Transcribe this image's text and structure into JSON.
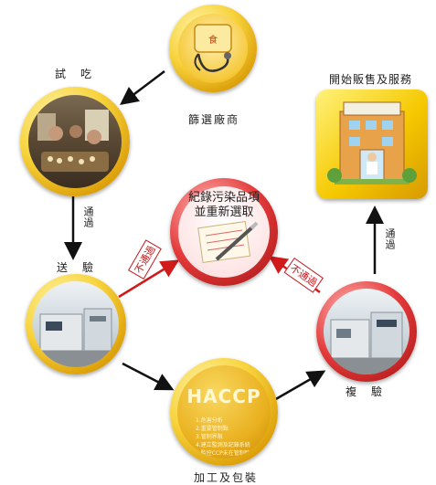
{
  "nodes": {
    "screen": {
      "label": "篩選廠商"
    },
    "tasting": {
      "label": "試　吃"
    },
    "inspect": {
      "label": "送　驗"
    },
    "process": {
      "label": "加工及包裝",
      "badge": "HACCP",
      "steps": [
        "1.危害分析",
        "2.重要管制點",
        "3.管制界限",
        "4.建立監測及記錄系統",
        "5.監控CCP未在管制時的矯正措施"
      ]
    },
    "recheck": {
      "label": "複　驗"
    },
    "sale": {
      "label": "開始販售及服務"
    },
    "reject": {
      "label_line1": "紀錄污染品項",
      "label_line2": "並重新選取"
    }
  },
  "edges": {
    "pass_1": "通過",
    "pass_2": "通過",
    "fail_1": "不通過",
    "fail_2": "不通過"
  },
  "colors": {
    "gold": "#f5c400",
    "red": "#c4161c",
    "arrow": "#111111"
  }
}
